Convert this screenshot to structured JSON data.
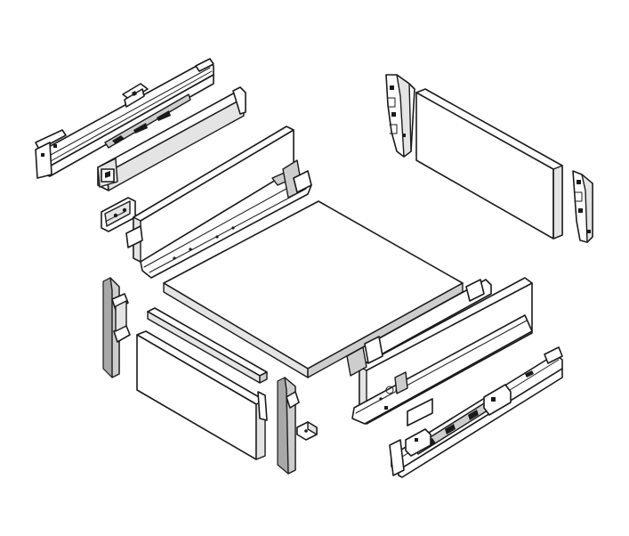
{
  "diagram": {
    "style": "exploded-isometric-line-drawing",
    "colors": {
      "line": "#1a1a1a",
      "panel_fill": "#ffffff",
      "shade_light": "#e4e4e4",
      "shade_mid": "#cdcdcd",
      "shade_dark": "#a8a8a8"
    },
    "components": [
      "left-runner-rail",
      "left-top-rail",
      "left-front-connector",
      "left-drawer-side",
      "drawer-bottom-panel",
      "back-left-bracket",
      "back-panel",
      "back-right-bracket",
      "front-left-fixing-bracket",
      "front-gallery-rail",
      "front-panel",
      "front-right-fixing-bracket",
      "right-drawer-side",
      "right-runner-rail"
    ]
  }
}
